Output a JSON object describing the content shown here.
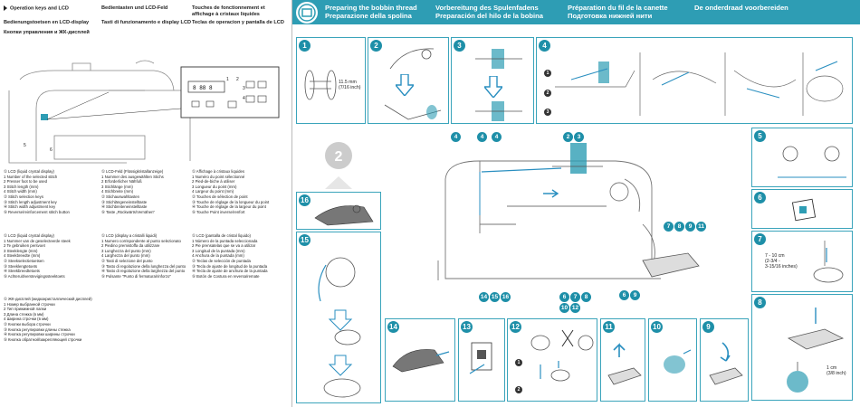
{
  "left": {
    "headers": [
      [
        "Operation keys and LCD",
        "Bedienungstoetsen en LCD-display",
        "Кнопки управления и ЖК-дисплей"
      ],
      [
        "Bedientasten und LCD-Feld",
        "Tasti di funzionamento e display LCD"
      ],
      [
        "Touches de fonctionnement et",
        "affichage à cristaux liquides",
        "Teclas de operacion y pantalla de LCD"
      ]
    ],
    "callouts": [
      "1",
      "2",
      "3",
      "4",
      "5",
      "6"
    ],
    "blocks": [
      [
        "① LCD (liquid crystal display)",
        "  1 Number of the selected stitch",
        "  2 Presser foot to be used",
        "  3 Stitch length (mm)",
        "  4 Stitch width (mm)",
        "② Stitch selection keys",
        "③ Stitch length adjustment key",
        "④ Stitch width adjustment key",
        "⑤ Reverse/reinforcement stitch button"
      ],
      [
        "① LCD-Feld (Flüssigkristallanzeige)",
        "  1 Nummer des ausgewählten Stichs",
        "  2 Erforderlicher Nähfuß",
        "  3 Stichlänge (mm)",
        "  4 Stichbreite (mm)",
        "② Stichauswahltasten",
        "③ Stichlängeneinstelltaste",
        "④ Stichbreiteneinstelltaste",
        "⑤ Taste „Rückwärts/Vernähen“"
      ],
      [
        "① Affichage à cristaux liquides",
        "  1 Numéro du point sélectionné",
        "  2 Pied-de-biche à utiliser",
        "  3 Longueur du point (mm)",
        "  4 Largeur du point (mm)",
        "② Touches de sélection de point",
        "③ Touche de réglage de la longueur du point",
        "④ Touche de réglage de la largeur du point",
        "⑤ Touche Point inverse/renfort"
      ],
      [
        "① LCD (liquid crystal display)",
        "  1 Nummer van de geselecteerde steek",
        "  2 Te gebruiken persvoet",
        "  3 Steeklengte (mm)",
        "  4 Steekbreedte (mm)",
        "② Steekselectietoetsen",
        "③ Steeklengtetoets",
        "④ Steekbreedtetoets",
        "⑤ Achteruit/verstevigingssteektoets"
      ],
      [
        "① LCD (display a cristalli liquidi)",
        "  1 Numero corrispondente al punto selezionato",
        "  2 Piedino premistoffa da utilizzare",
        "  3 Lunghezza del punto (mm)",
        "  4 Larghezza del punto (mm)",
        "② Tasti di selezione del punto",
        "③ Tasto di regolazione della lunghezza del punto",
        "④ Tasto di regolazione della larghezza del punto",
        "⑤ Pulsante \"Punto di fermatura/rinforzo\""
      ],
      [
        "① LCD (pantalla de cristal líquido)",
        "  1 Número de la puntada seleccionada",
        "  2 Pie prensatelas que se va a utilizar",
        "  3 Longitud de la puntada (mm)",
        "  4 Anchura de la puntada (mm)",
        "② Teclas de selección de puntada",
        "③ Tecla de ajuste de longitud de la puntada",
        "④ Tecla de ajuste de anchura de la puntada",
        "⑤ Botón de Costura en reversa/remate"
      ],
      [
        "① ЖК-дисплей (жидкокристаллический дисплей)",
        "  1 Номер выбранной строчки",
        "  2 Тип прижимной лапки",
        "  3 Длина стежка (в мм)",
        "  4 Ширина строчки (в мм)",
        "② Кнопки выбора строчки",
        "③ Кнопка регулировки длины стежка",
        "④ Кнопка регулировки ширины строчки",
        "⑤ Кнопка обратной/закрепляющей строчки"
      ]
    ]
  },
  "banner": {
    "titles": [
      [
        "Preparing the bobbin thread",
        "Preparazione della spolina"
      ],
      [
        "Vorbereitung des Spulenfadens",
        "Preparación del hilo de la bobina"
      ],
      [
        "Préparation du fil de la canette",
        "Подготовка нижней нити"
      ],
      [
        "De onderdraad voorbereiden"
      ]
    ]
  },
  "steps": {
    "top": [
      "1",
      "2",
      "3",
      "4"
    ],
    "right": [
      "5",
      "6",
      "7",
      "8"
    ],
    "left": [
      "16",
      "15"
    ],
    "bottom": [
      "14",
      "13",
      "12",
      "11",
      "10",
      "9"
    ],
    "big_marker": "2"
  },
  "machine_callouts": {
    "c4a": "4",
    "c4b": "4",
    "c4c": "4",
    "c23": [
      "2",
      "3"
    ],
    "c7_11": [
      "7",
      "8",
      "9",
      "11"
    ],
    "c14_18": [
      "14",
      "15",
      "16"
    ],
    "c678": [
      "6",
      "7",
      "8"
    ],
    "c1012": [
      "10",
      "12"
    ],
    "c69": [
      "6",
      "9"
    ]
  },
  "notes": {
    "step1_measure": [
      "11.5 mm",
      "(7/16 inch)"
    ],
    "step4_labels": [
      "1",
      "2",
      "3"
    ],
    "step7_measure": [
      "7 - 10 cm",
      "(2-3/4 -",
      "3-15/16 inches)"
    ],
    "step8_measure": [
      "1 cm",
      "(3/8 inch)"
    ],
    "step12_labels": [
      "1",
      "2"
    ],
    "lcd_callouts": [
      "1",
      "2",
      "3",
      "4"
    ]
  },
  "colors": {
    "accent": "#2e9db4",
    "badge": "#1e8fa8",
    "arrow": "#2a8fc0",
    "line": "#7a7a7a"
  }
}
